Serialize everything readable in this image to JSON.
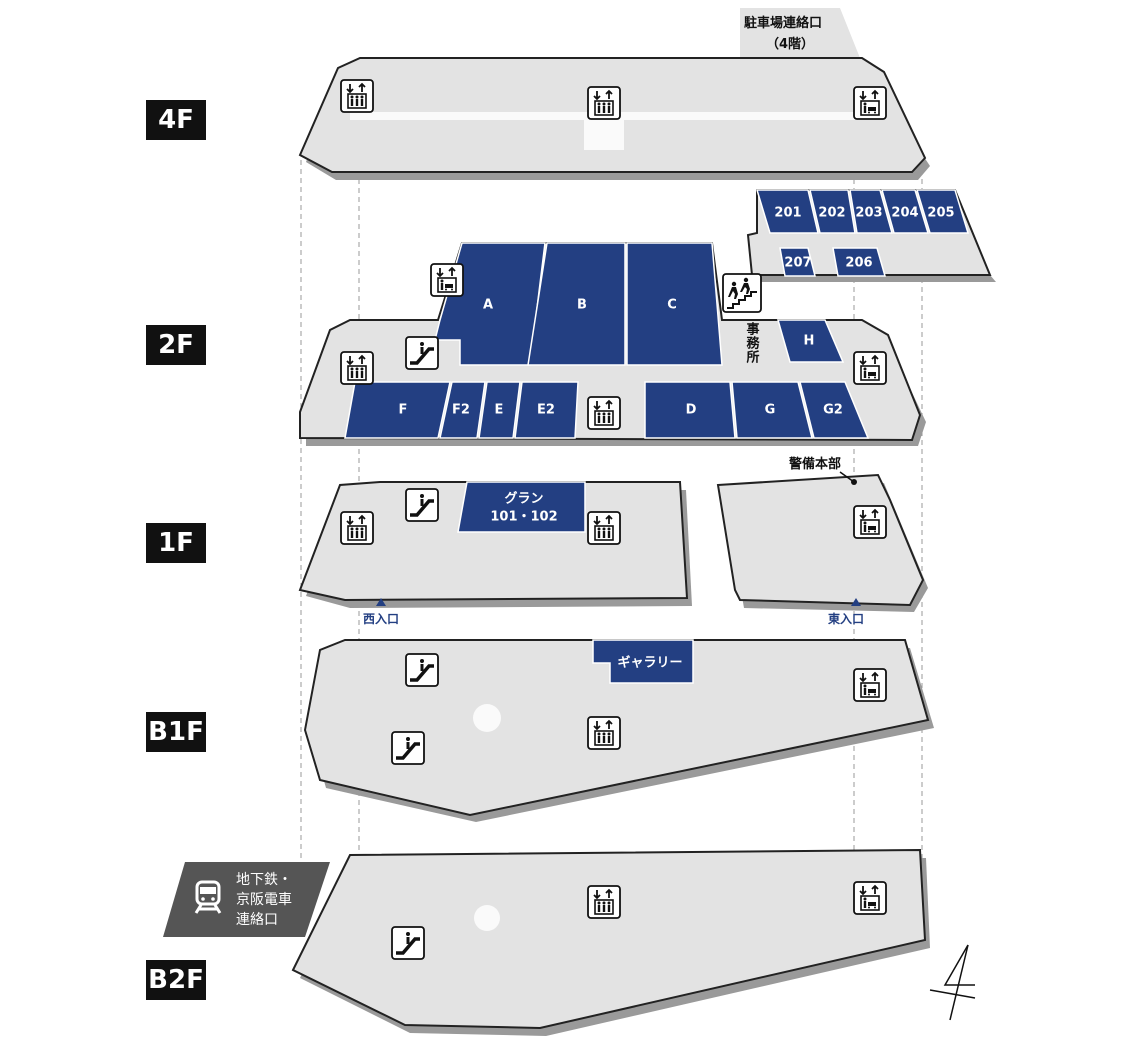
{
  "colors": {
    "room": "#233f82",
    "floor": "#e3e3e3",
    "label_bg": "#111111",
    "connector_bg": "#555555"
  },
  "floors": {
    "f4": "4F",
    "f2": "2F",
    "f1": "1F",
    "b1": "B1F",
    "b2": "B2F"
  },
  "parking": {
    "line1": "駐車場連絡口",
    "line2": "（4階）"
  },
  "rooms_2f": {
    "A": "A",
    "B": "B",
    "C": "C",
    "D": "D",
    "E": "E",
    "E2": "E2",
    "F": "F",
    "F2": "F2",
    "G": "G",
    "G2": "G2",
    "H": "H",
    "r201": "201",
    "r202": "202",
    "r203": "203",
    "r204": "204",
    "r205": "205",
    "r206": "206",
    "r207": "207"
  },
  "office": "事務所",
  "security": "警備本部",
  "gran": {
    "line1": "グラン",
    "line2": "101・102"
  },
  "gallery": "ギャラリー",
  "entrances": {
    "west": "西入口",
    "east": "東入口"
  },
  "subway": {
    "line1": "地下鉄・",
    "line2": "京阪電車",
    "line3": "連絡口"
  }
}
